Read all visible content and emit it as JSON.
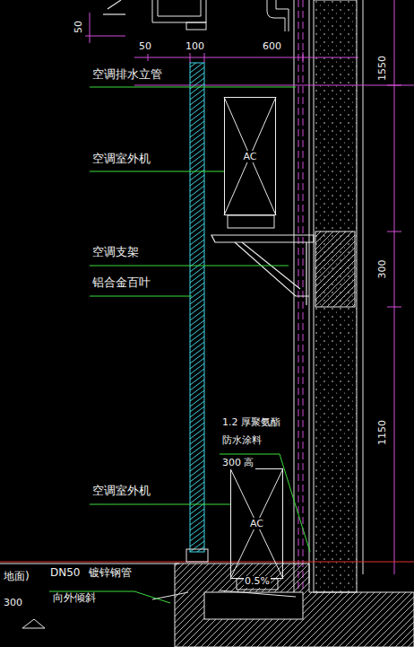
{
  "diagram": {
    "nodes": [
      {
        "text": [
          "AC"
        ]
      },
      {
        "text": [
          "AC"
        ]
      }
    ],
    "labels": [
      "50",
      "50",
      "100",
      "600",
      "1550",
      "空调排水立管",
      "空调室外机",
      "空调支架",
      "铝合金百叶",
      "300",
      "1150",
      "1.2 厚聚氨酯",
      "防水涂料",
      "300 高",
      "空调室外机",
      "0.5%",
      "地面)",
      "300",
      "DN50",
      "镀锌钢管",
      "向外倾斜"
    ]
  }
}
